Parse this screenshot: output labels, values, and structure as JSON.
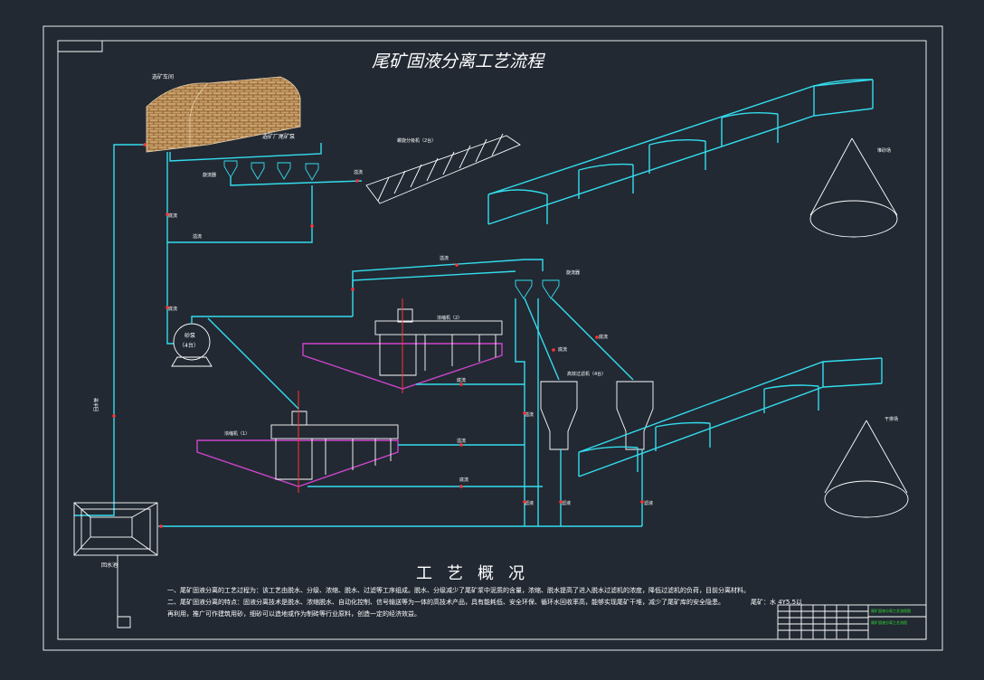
{
  "drawing": {
    "title": "尾矿固液分离工艺流程",
    "overview_heading": "工艺概况",
    "notes": [
      "一、尾矿固液分离的工艺过程为：该工艺由脱水、分级、浓缩、脱水、过滤等工序组成。脱水、分级减少了尾矿浆中泥质的含量，浓缩、脱水提高了进入脱水过滤机的浓度，降低过滤机的负荷，目前分离材料。",
      "二、尾矿固液分离的特点：固液分离技术是脱水、浓缩脱水、自动化控制、信号输送等为一体的高技术产品，具有能耗低、安全环保、循环水回收率高，能够实现尾矿干堆，减少了尾矿库的安全隐患。",
      "再利用，推广可作建筑用砂，细砂可以造地或作为制砖等行业原料，创造一定的经济效益。"
    ],
    "scale_text": "尾矿：水 4Y5.5以",
    "labels": {
      "workshop": "选矿车间",
      "pump_house": "选矿厂尾矿泵",
      "cyclone": "旋流器",
      "spiral": "螺旋分级机（2台）",
      "overflow": "溢流",
      "underflow": "底流",
      "thickener2": "浓缩机（2）",
      "thickener1": "浓缩机（1）",
      "pump": "砂泵",
      "pump_count": "（4台）",
      "cyclone2": "旋流器",
      "filter": "高效过滤机（4台）",
      "stack1": "堆砂场",
      "stack2": "干排场",
      "pool": "回水池",
      "return_water": "回水管",
      "t_overflow": "溢流",
      "t_underflow": "底流",
      "filtrate": "滤液"
    },
    "title_block": {
      "line1": "尾矿固液分离工艺流程图",
      "line2": "尾矿固液分离工艺流程"
    }
  }
}
